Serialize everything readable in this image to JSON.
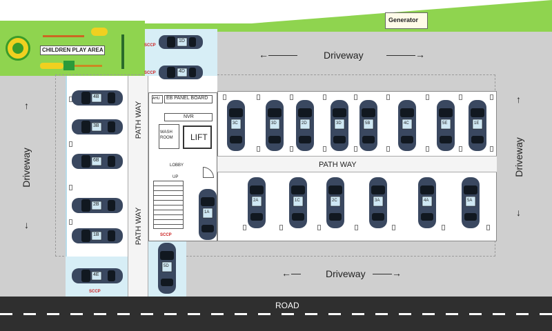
{
  "colors": {
    "driveway": "#cfcfcf",
    "pathway": "#f4f4f4",
    "garden": "#8fd44f",
    "road": "#2f2f2f",
    "car_body": "#3a4860",
    "car_window": "#111820",
    "scc": "#cc2222",
    "lane_band": "#d7eef6"
  },
  "labels": {
    "generator": "Generator",
    "play_area": "CHILDREN PLAY AREA",
    "driveway_top": "Driveway",
    "driveway_left": "Driveway",
    "driveway_right": "Driveway",
    "driveway_bottom": "Driveway",
    "road": "ROAD",
    "pathway_top_left": "PATH WAY",
    "pathway_bottom_left": "PATH WAY",
    "pathway_center": "PATH WAY",
    "eb_panel": "EB PANEL BOARD",
    "ahu": "AHU",
    "nvr": "NVR",
    "wash_room": "WASH ROOM",
    "lift": "LIFT",
    "lobby": "LOBBY",
    "up": "UP",
    "sccp_1": "SCCP",
    "sccp_2": "SCCP",
    "sccp_3": "SCCP",
    "sccp_4": "SCCP"
  },
  "cars": {
    "1D": "1D",
    "4D": "4D",
    "left_1": "4B",
    "left_2": "3B",
    "left_3": "6B",
    "left_4": "2B",
    "left_5": "1B",
    "left_6": "4E",
    "top_1": "3C",
    "top_2": "3D",
    "top_3": "2D",
    "top_4": "3D",
    "top_5": "5B",
    "top_6": "4C",
    "top_7": "5E",
    "top_8": "1E",
    "bot_1": "1A",
    "bot_2": "2A",
    "bot_3": "1C",
    "bot_4": "2C",
    "bot_5": "3A",
    "bot_6": "4A",
    "bot_7": "5A",
    "bottom_center": "5D"
  }
}
